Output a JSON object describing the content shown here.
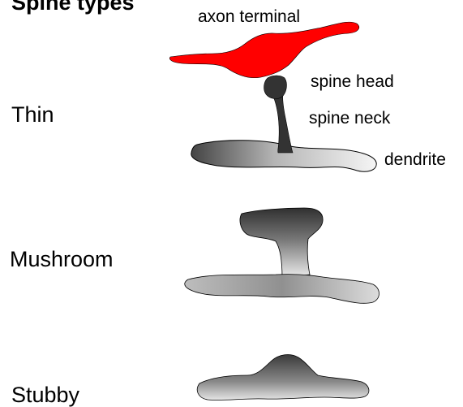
{
  "title": "Spine types",
  "labels": {
    "axon_terminal": "axon terminal",
    "spine_head": "spine head",
    "spine_neck": "spine neck",
    "dendrite": "dendrite"
  },
  "spine_types": [
    {
      "label": "Thin"
    },
    {
      "label": "Mushroom"
    },
    {
      "label": "Stubby"
    }
  ],
  "colors": {
    "axon_fill": "#ff0000",
    "spine_dark": "#333333",
    "dendrite_light": "#f2f2f2",
    "outline": "#000000"
  }
}
